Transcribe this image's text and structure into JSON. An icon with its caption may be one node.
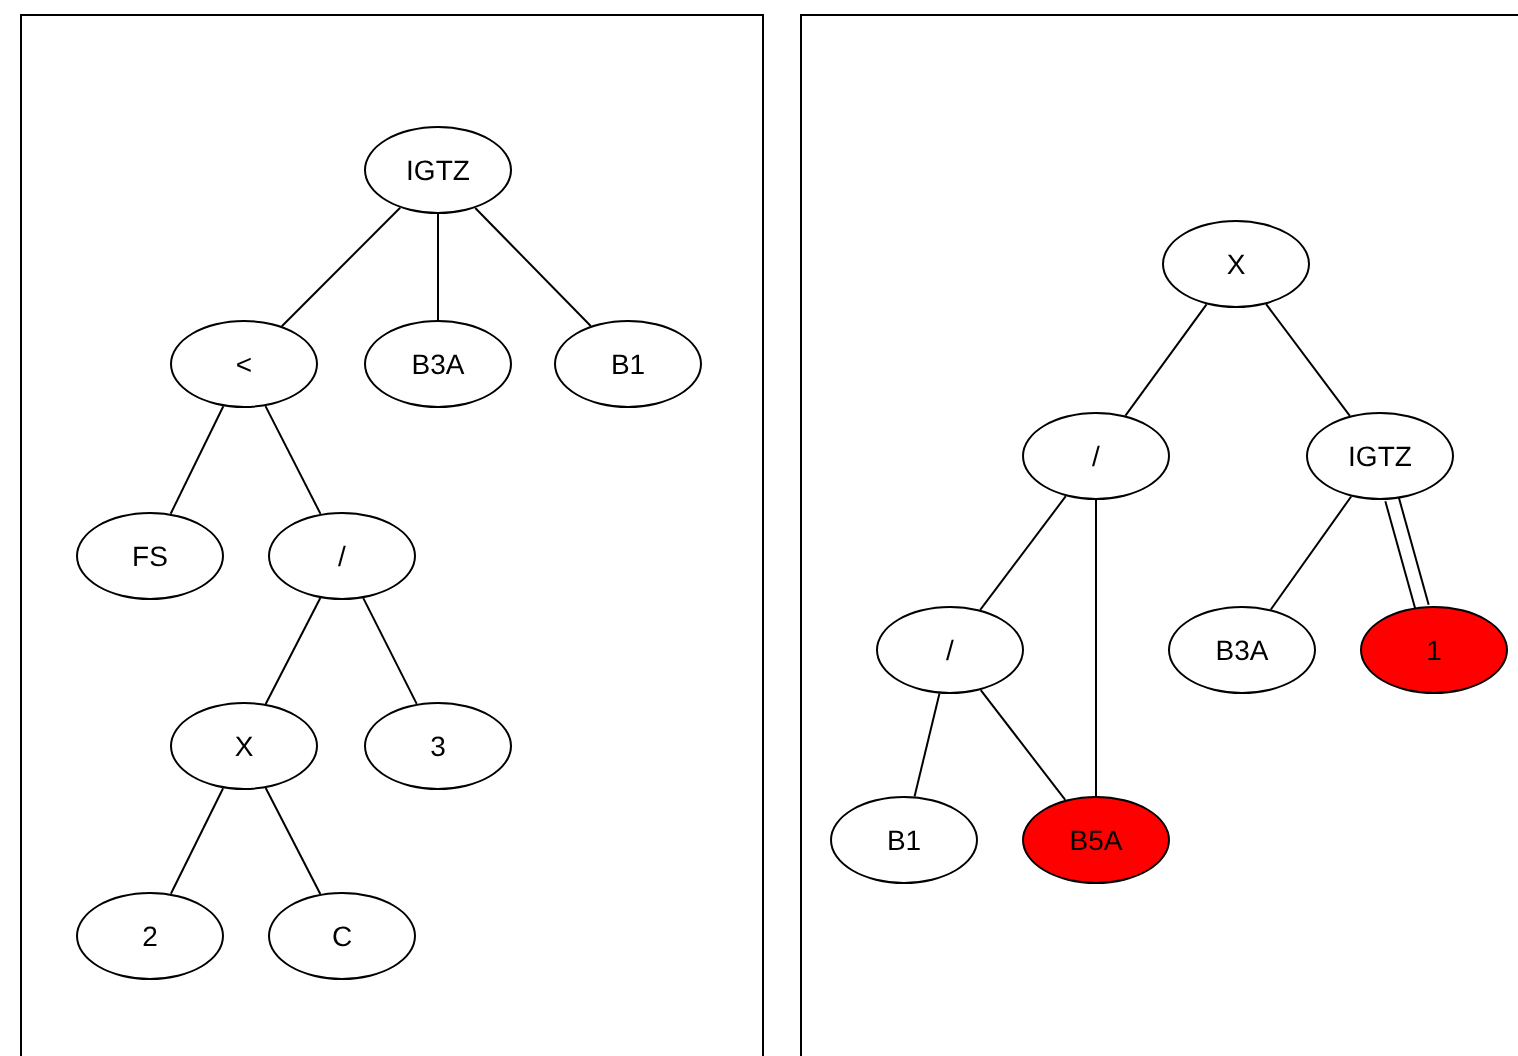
{
  "diagram": {
    "nodes": [
      {
        "text": [],
        "shape": "box"
      },
      {
        "text": [
          "IGTZ"
        ],
        "in": 0
      },
      {
        "text": [
          "<"
        ],
        "in": 0
      },
      {
        "text": [
          "B3A"
        ],
        "in": 0
      },
      {
        "text": [
          "B1"
        ],
        "in": 0
      },
      {
        "text": [
          "FS"
        ],
        "in": 0
      },
      {
        "text": [
          "/"
        ],
        "in": 0
      },
      {
        "text": [
          "X"
        ],
        "in": 0
      },
      {
        "text": [
          "3"
        ],
        "in": 0
      },
      {
        "text": [
          "2"
        ],
        "in": 0
      },
      {
        "text": [
          "C"
        ],
        "in": 0
      },
      {
        "text": [],
        "shape": "box"
      },
      {
        "text": [
          "X"
        ],
        "in": 11
      },
      {
        "text": [
          "/"
        ],
        "in": 11
      },
      {
        "text": [
          "IGTZ"
        ],
        "in": 11
      },
      {
        "text": [
          "/"
        ],
        "in": 11
      },
      {
        "text": [
          "B3A"
        ],
        "in": 11
      },
      {
        "text": [
          "1"
        ],
        "in": 11
      },
      {
        "text": [
          "B1"
        ],
        "in": 11
      },
      {
        "text": [
          "B5A"
        ],
        "in": 11
      }
    ],
    "edges": [
      {
        "from": 1,
        "to": 2,
        "arrow": "none"
      },
      {
        "from": 1,
        "to": 3,
        "arrow": "none"
      },
      {
        "from": 1,
        "to": 4,
        "arrow": "none"
      },
      {
        "from": 2,
        "to": 5,
        "arrow": "none"
      },
      {
        "from": 2,
        "to": 6,
        "arrow": "none"
      },
      {
        "from": 6,
        "to": 7,
        "arrow": "none"
      },
      {
        "from": 6,
        "to": 8,
        "arrow": "none"
      },
      {
        "from": 7,
        "to": 9,
        "arrow": "none"
      },
      {
        "from": 7,
        "to": 10,
        "arrow": "none"
      },
      {
        "from": 12,
        "to": 13,
        "arrow": "none"
      },
      {
        "from": 12,
        "to": 14,
        "arrow": "none"
      },
      {
        "from": 13,
        "to": 15,
        "arrow": "none"
      },
      {
        "from": 13,
        "to": 19,
        "arrow": "none"
      },
      {
        "from": 14,
        "to": 16,
        "arrow": "none"
      },
      {
        "from": 14,
        "to": 17,
        "arrow": "none"
      },
      {
        "from": 14,
        "to": 17,
        "arrow": "none"
      },
      {
        "from": 15,
        "to": 18,
        "arrow": "none"
      },
      {
        "from": 15,
        "to": 19,
        "arrow": "none"
      }
    ]
  }
}
